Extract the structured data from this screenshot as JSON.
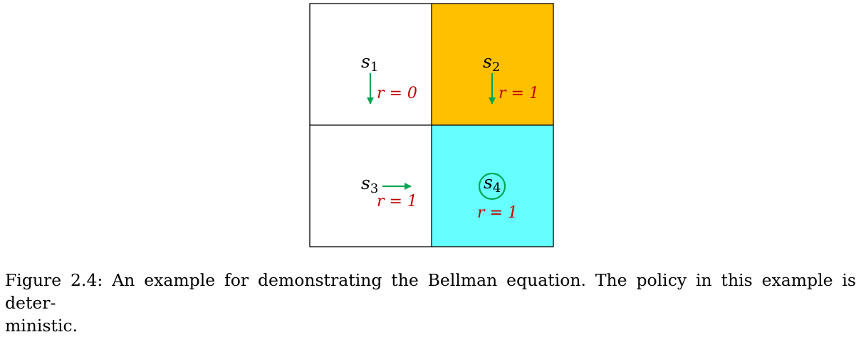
{
  "grid": {
    "cells": [
      {
        "id": "cell-s1",
        "fill": "#ffffff"
      },
      {
        "id": "cell-s2",
        "fill": "#ffc000"
      },
      {
        "id": "cell-s3",
        "fill": "#ffffff"
      },
      {
        "id": "cell-s4",
        "fill": "#66ffff"
      }
    ],
    "border_color": "#000000"
  },
  "states": {
    "s1": {
      "base": "s",
      "sub": "1"
    },
    "s2": {
      "base": "s",
      "sub": "2"
    },
    "s3": {
      "base": "s",
      "sub": "3"
    },
    "s4": {
      "base": "s",
      "sub": "4"
    }
  },
  "rewards": {
    "s1": "r = 0",
    "s2": "r = 1",
    "s3": "r = 1",
    "s4": "r = 1"
  },
  "policy": {
    "s1": "down",
    "s2": "down",
    "s3": "right",
    "s4": "stay"
  },
  "colors": {
    "action": "#00a651",
    "reward": "#c00000",
    "state_text": "#000000"
  },
  "caption": {
    "line1": "Figure 2.4: An example for demonstrating the Bellman equation. The policy in this example is deter-",
    "line2": "ministic."
  }
}
